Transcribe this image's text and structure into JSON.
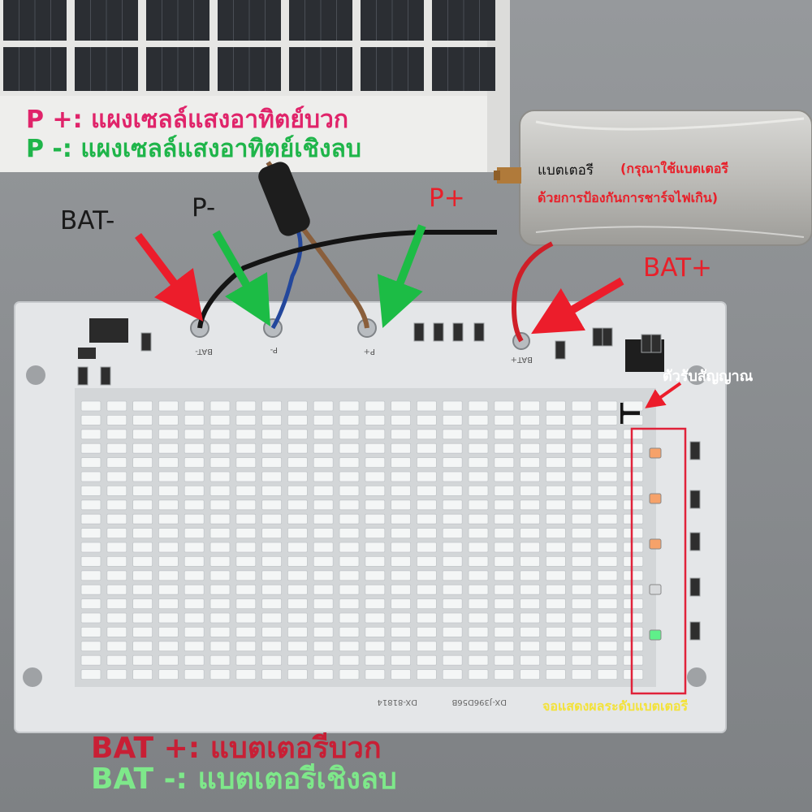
{
  "legend": {
    "p_plus": "P +: แผงเซลล์แสงอาทิตย์บวก",
    "p_minus": "P -: แผงเซลล์แสงอาทิตย์เชิงลบ",
    "bat_plus": "BAT +: แบตเตอรีบวก",
    "bat_minus": "BAT -: แบตเตอรีเชิงลบ"
  },
  "pointers": {
    "bat_minus": "BAT-",
    "p_minus": "P-",
    "p_plus": "P+",
    "bat_plus": "BAT+"
  },
  "battery": {
    "title": "แบตเตอรี",
    "note_line1": "(กรุณาใช้แบตเตอรี",
    "note_line2": "ด้วยการป้องกันการชาร์จไฟเกิน)"
  },
  "receiver_label": "ตัวรับสัญญาณ",
  "display_label": "จอแสดงผลระดับแบตเตอรี",
  "board": {
    "model": "DX-J396D56B",
    "code": "DX-81814",
    "pad_labels": [
      "BAT-",
      "P-",
      "P+",
      "BAT+"
    ]
  },
  "colors": {
    "pcb": "#e4e6e8",
    "led": "#f4f6f6",
    "pink": "#e0246a",
    "green": "#1fb54a",
    "red": "#e8202a",
    "yellow": "#f3e23a"
  },
  "indicator_leds": [
    "amber",
    "amber",
    "amber",
    "off",
    "green"
  ]
}
